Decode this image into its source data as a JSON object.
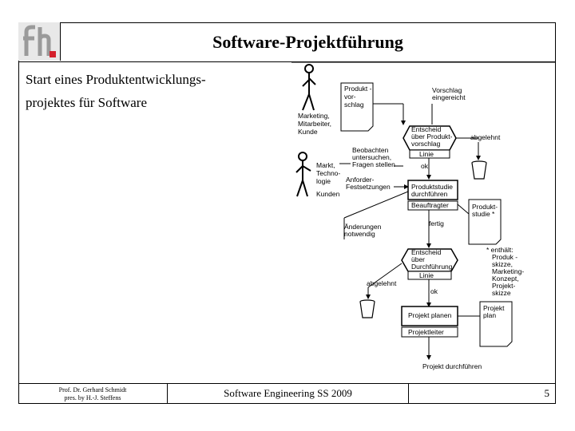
{
  "header": {
    "title": "Software-Projektführung"
  },
  "slide": {
    "subtitle_line1": "Start eines Produktentwicklungs-",
    "subtitle_line2": "projektes für Software"
  },
  "diagram": {
    "marketing_actor": "Marketing,\nMitarbeiter,\nKunde",
    "market_actor": "Markt,\nTechno-\nlogie",
    "kunden": "Kunden",
    "doc_produktvorschlag": "Produkt-\nvor-\nschlag",
    "vorschlag_eingereicht": "Vorschlag\neingereicht",
    "entscheid_box": "Entscheid\nüber Produkt-\nvorschlag",
    "linie1": "Linie",
    "abgelehnt1": "abgelehnt",
    "beobachten": "Beobachten\nuntersuchen,\nFragen stellen",
    "ok1": "ok",
    "anforderungen": "Anforder-\nFestsetzungen",
    "produktstudie_box": "Produktstudie\ndurchführen",
    "beauftragter": "Beauftragter",
    "doc_produktstudie": "Produkt-\nstudie *",
    "aenderungen": "Änderungen\nnotwendig",
    "fertig": "fertig",
    "enthaelt": "* enthält:\nProdukt-\nskizze,\nMarketing-\nKonzept,\nProjekt-\nskizze",
    "entscheid2_box": "Entscheid\nüber\nDurchführung",
    "linie2": "Linie",
    "abgelehnt2": "abgelehnt",
    "ok2": "ok",
    "projektplanen_box": "Projekt planen",
    "projektleiter": "Projektleiter",
    "doc_projektplan": "Projekt-\nplan",
    "projekt_durchfuehren": "Projekt durchführen"
  },
  "footer": {
    "author_line1": "Prof. Dr. Gerhard Schmidt",
    "author_line2": "pres. by H.-J. Steffens",
    "course": "Software Engineering SS 2009",
    "page": "5"
  }
}
